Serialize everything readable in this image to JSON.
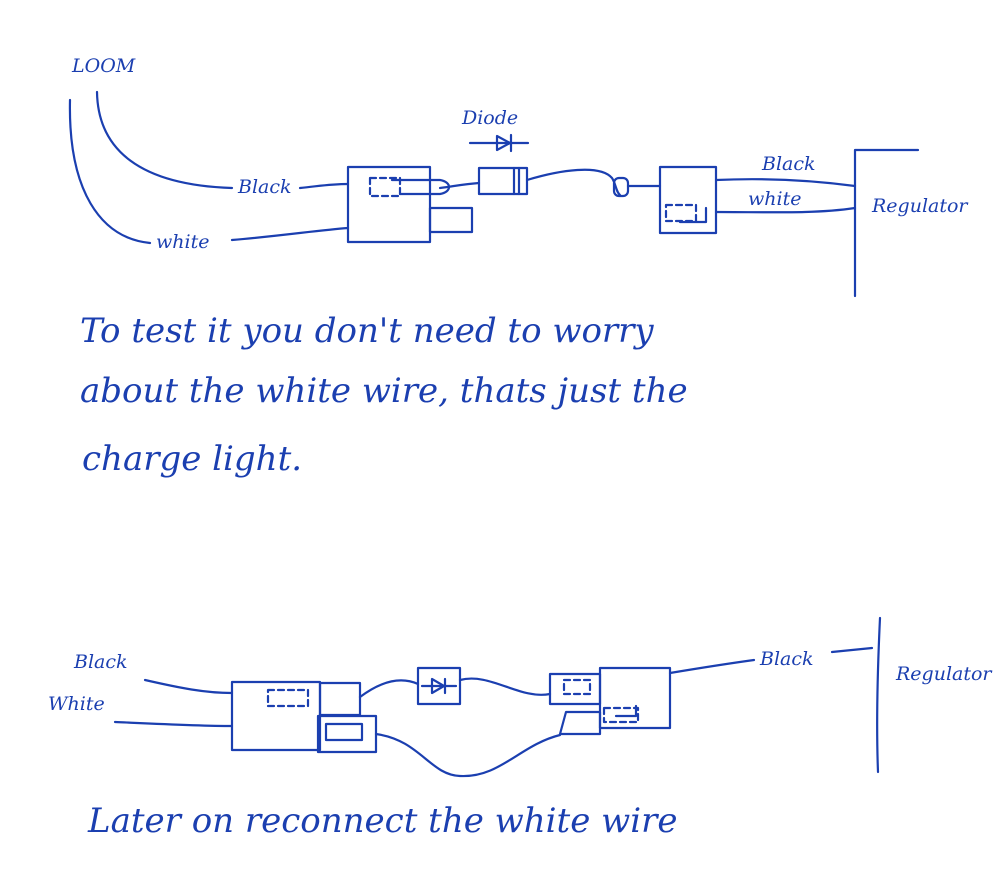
{
  "diagram_top": {
    "loom_label": "LOOM",
    "diode_label": "Diode",
    "wire_black_left": "Black",
    "wire_white_left": "white",
    "wire_black_right": "Black",
    "wire_white_right": "white",
    "regulator_label": "Regulator"
  },
  "note_top": {
    "line1": "To test it you don't need to worry",
    "line2": "about the white wire, thats just the",
    "line3": "charge light."
  },
  "diagram_bottom": {
    "wire_black_left": "Black",
    "wire_white_left": "White",
    "wire_black_right": "Black",
    "regulator_label": "Regulator"
  },
  "note_bottom": {
    "line1": "Later on reconnect the white wire"
  },
  "colors": {
    "ink": "#1b3fb0",
    "paper": "#ffffff"
  }
}
